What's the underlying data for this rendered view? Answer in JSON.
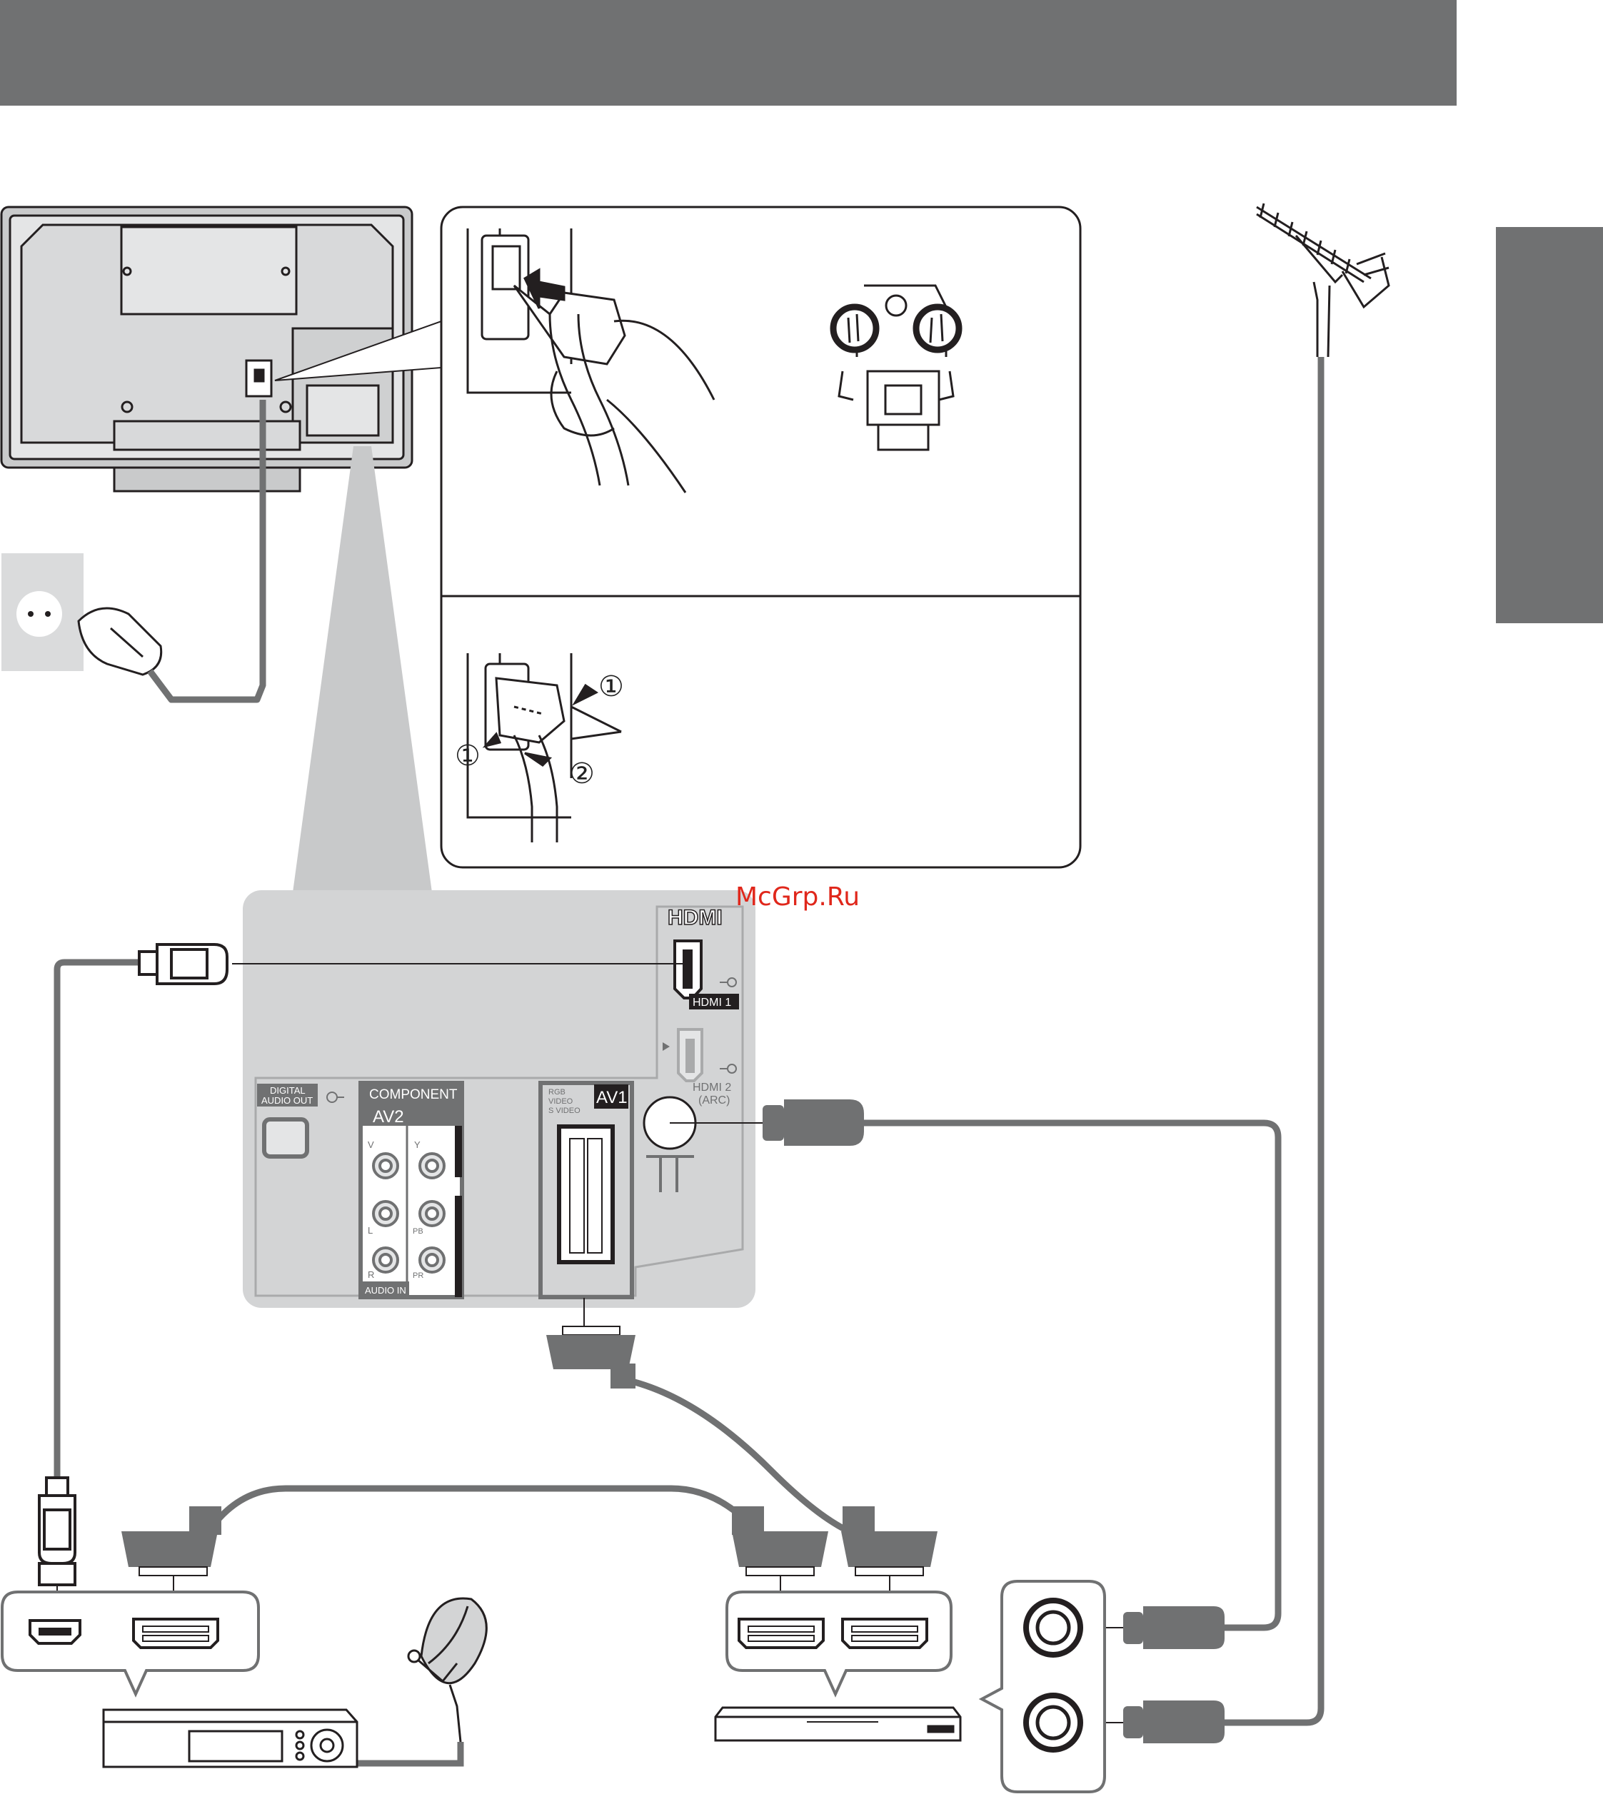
{
  "watermark": "McGrp.Ru",
  "panel": {
    "hdmi_logo": "HDMI",
    "hdmi1": "HDMI 1",
    "hdmi2_line1": "HDMI 2",
    "hdmi2_line2": "(ARC)",
    "digital_audio_line1": "DIGITAL",
    "digital_audio_line2": "AUDIO OUT",
    "component": "COMPONENT",
    "av2": "AV2",
    "av1": "AV1",
    "scart_signals": [
      "RGB",
      "VIDEO",
      "S VIDEO"
    ],
    "jack_v": "V",
    "jack_l": "L",
    "jack_r": "R",
    "jack_y": "Y",
    "jack_pb": "PB",
    "jack_pr": "PR",
    "audio_in": "AUDIO IN"
  },
  "steps": {
    "press_left": "①",
    "press_right": "①",
    "pull": "②"
  },
  "colors": {
    "header_bar": "#707172",
    "side_tab": "#707172",
    "panel_fill": "#d3d4d5",
    "cable": "#707172",
    "outline": "#231f20"
  }
}
